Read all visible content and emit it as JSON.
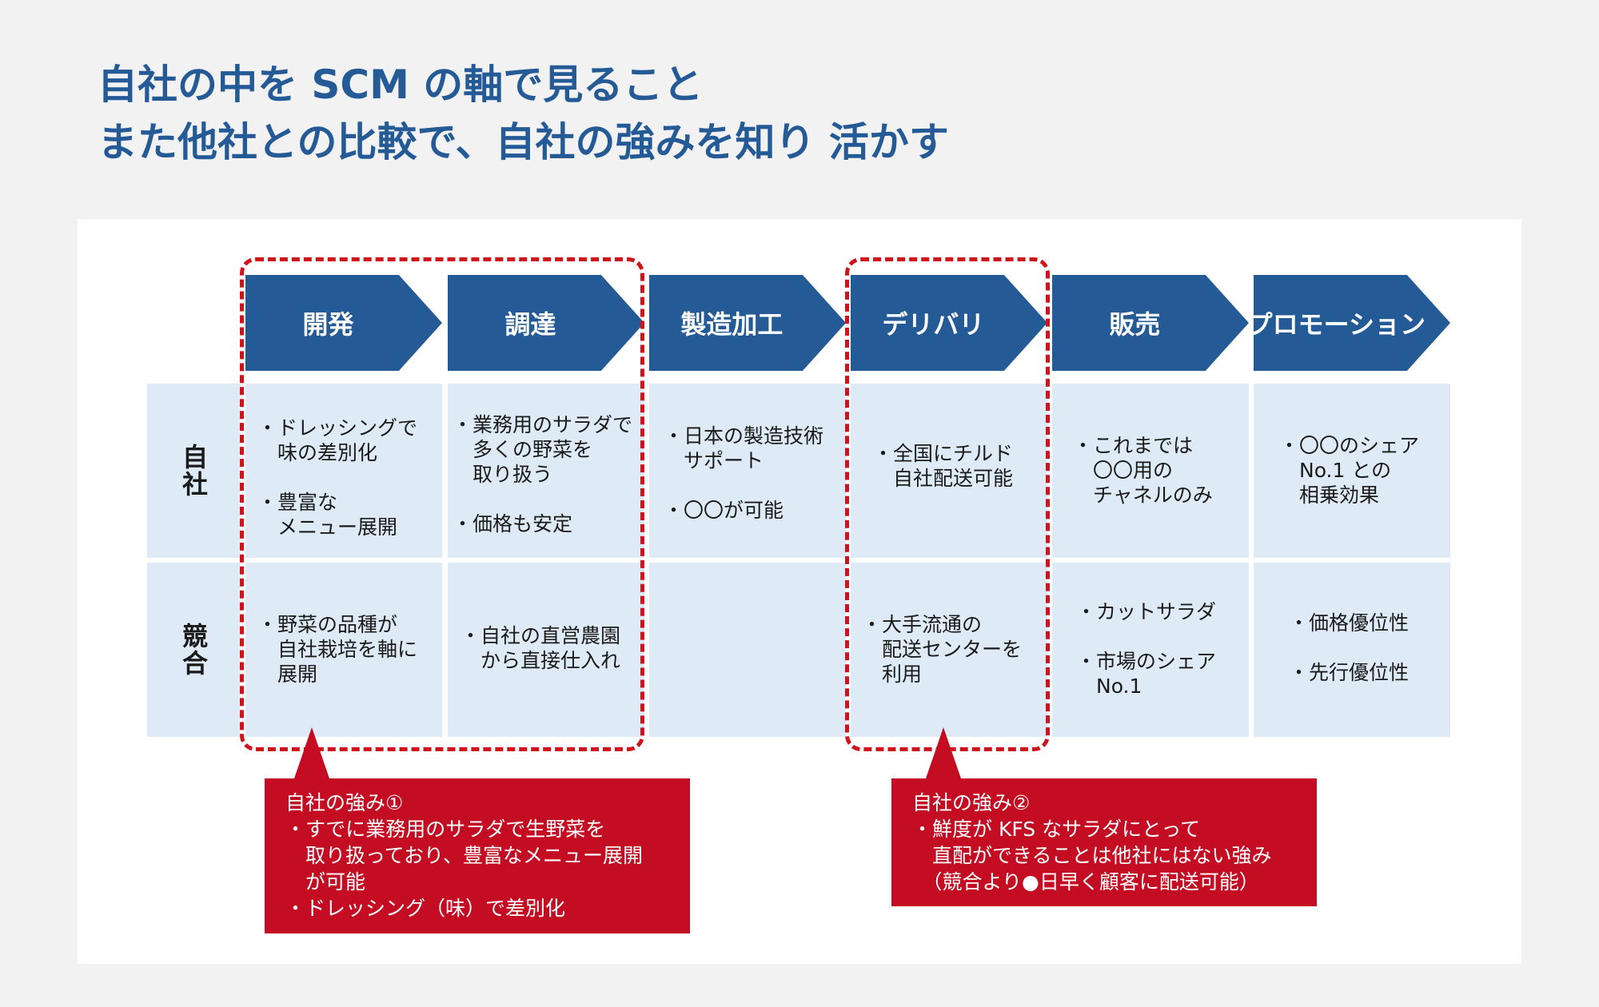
{
  "title": {
    "line1": "自社の中を SCM の軸で見ること",
    "line2": "また他社との比較で、自社の強みを知り  活かす"
  },
  "headers": [
    "開発",
    "調達",
    "製造加工",
    "デリバリ",
    "販売",
    "プロモーション"
  ],
  "rows": [
    {
      "label": "自社",
      "cells": [
        "・ドレッシングで\n　味の差別化\n\n・豊富な\n　メニュー展開",
        "・業務用のサラダで\n　多くの野菜を\n　取り扱う\n\n・価格も安定",
        "・日本の製造技術\n　サポート\n\n・〇〇が可能",
        "・全国にチルド\n　自社配送可能",
        "・これまでは\n　〇〇用の\n　チャネルのみ",
        "・〇〇のシェア\n　No.1 との\n　相乗効果"
      ]
    },
    {
      "label": "競合",
      "cells": [
        "・野菜の品種が\n　自社栽培を軸に\n　展開",
        "・自社の直営農園\n　から直接仕入れ",
        "",
        "・大手流通の\n　配送センターを\n　利用",
        "・カットサラダ\n\n・市場のシェア\n　No.1",
        "・価格優位性\n\n・先行優位性"
      ]
    }
  ],
  "callouts": [
    {
      "text": "自社の強み①\n・すでに業務用のサラダで生野菜を\n　取り扱っており、豊富なメニュー展開\n　が可能\n・ドレッシング（味）で差別化"
    },
    {
      "text": "自社の強み②\n・鮮度が KFS なサラダにとって\n　直配ができることは他社にはない強み\n　（競合より●日早く顧客に配送可能）"
    }
  ],
  "colors": {
    "header_blue": "#245a96",
    "cell_blue": "#deebf7",
    "accent_red": "#c40d23",
    "dash_red": "#d0121b"
  }
}
